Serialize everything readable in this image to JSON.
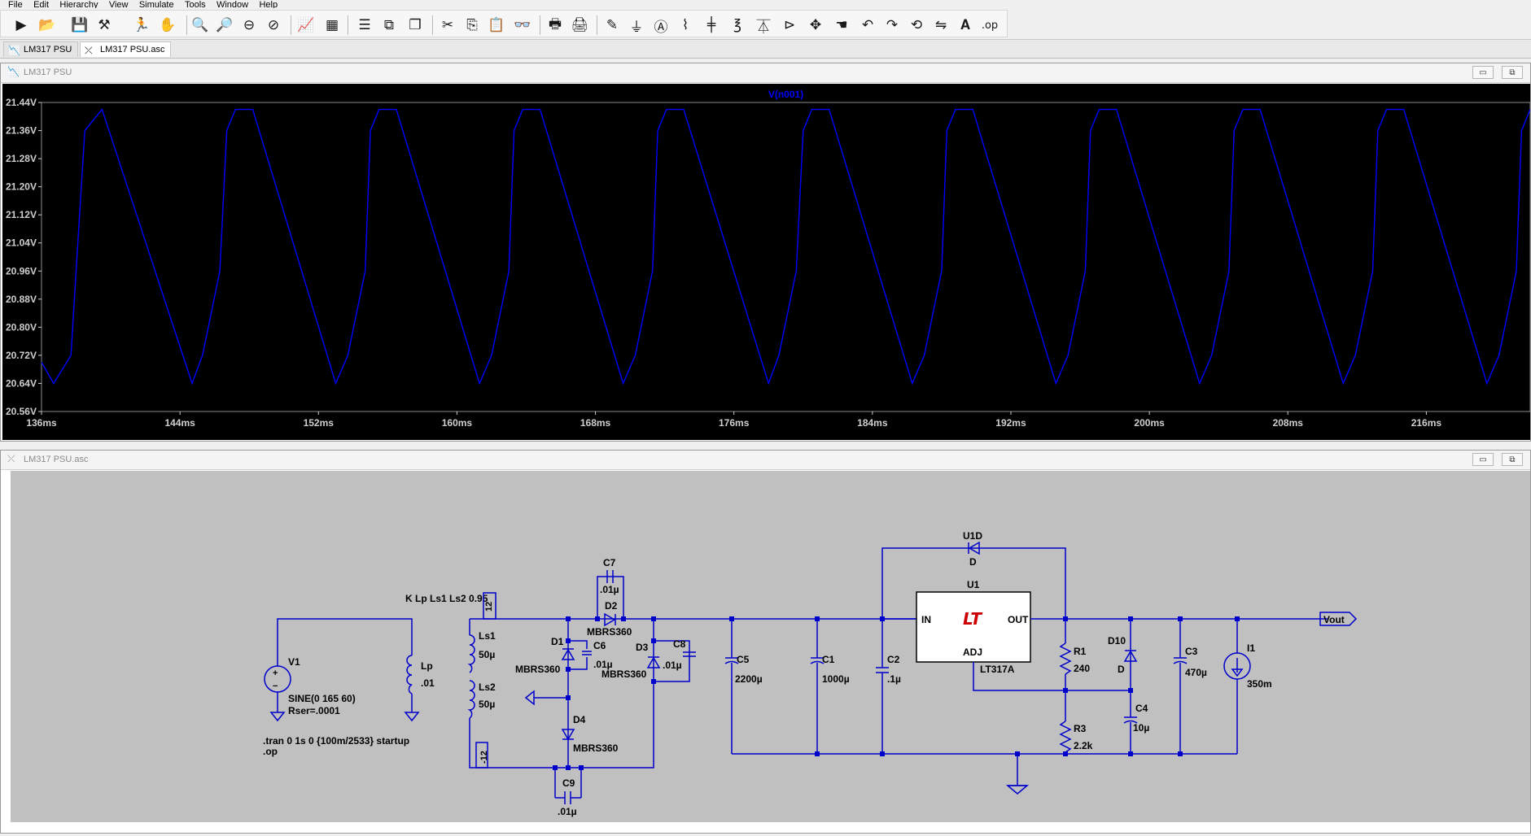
{
  "menu": [
    "File",
    "Edit",
    "Hierarchy",
    "View",
    "Simulate",
    "Tools",
    "Window",
    "Help"
  ],
  "toolbar": {
    "groups": [
      [
        "run",
        "open",
        "save",
        "hammer",
        "runner",
        "halt"
      ],
      [
        "zoom-in",
        "zoom-fit",
        "zoom-out",
        "zoom-cancel"
      ],
      [
        "autorange",
        "grid"
      ],
      [
        "tile-horizontal",
        "tile-vertical",
        "cascade"
      ],
      [
        "cut",
        "copy",
        "paste",
        "find"
      ],
      [
        "print",
        "print-preview"
      ],
      [
        "draw-wire",
        "ground",
        "label-net",
        "resistor",
        "capacitor",
        "inductor",
        "diode",
        "component",
        "move",
        "drag",
        "undo",
        "redo",
        "rotate",
        "mirror",
        "text",
        "spice-directive"
      ]
    ]
  },
  "tabs": [
    {
      "label": "LM317 PSU",
      "icon": "waveform-icon",
      "active": false
    },
    {
      "label": "LM317 PSU.asc",
      "icon": "schematic-icon",
      "active": true
    }
  ],
  "waveform_window": {
    "title": "LM317 PSU",
    "trace_name": "V(n001)",
    "buttons": {
      "minimize": "▭",
      "restore": "⧉"
    }
  },
  "schematic_window": {
    "title": "LM317 PSU.asc",
    "buttons": {
      "minimize": "▭",
      "restore": "⧉"
    },
    "labels": {
      "k": "K Lp Ls1 Ls2 0.95",
      "v1": "V1",
      "v1_val": "SINE(0 165 60)",
      "v1_rser": "Rser=.0001",
      "lp": "Lp",
      "lp_val": ".01",
      "ls1": "Ls1",
      "ls1_val": "50µ",
      "ls2": "Ls2",
      "ls2_val": "50µ",
      "p12": "12",
      "m12": "-12",
      "tran": ".tran 0 1s 0 {100m/2533} startup",
      "op": ".op",
      "c7": "C7",
      "c7_val": ".01µ",
      "d2": "D2",
      "d2_val": "MBRS360",
      "d1": "D1",
      "d1_val": "MBRS360",
      "c6": "C6",
      "c6_val": ".01µ",
      "d3": "D3",
      "d3_val": "MBRS360",
      "c8": "C8",
      "c8_val": ".01µ",
      "d4": "D4",
      "d4_val": "MBRS360",
      "c9": "C9",
      "c9_val": ".01µ",
      "c5": "C5",
      "c5_val": "2200µ",
      "c1": "C1",
      "c1_val": "1000µ",
      "c2": "C2",
      "c2_val": ".1µ",
      "u1d": "U1D",
      "u1d_val": "D",
      "u1": "U1",
      "u1_val": "LT317A",
      "pin_in": "IN",
      "pin_out": "OUT",
      "pin_adj": "ADJ",
      "r1": "R1",
      "r1_val": "240",
      "r3": "R3",
      "r3_val": "2.2k",
      "d10": "D10",
      "d10_val": "D",
      "c4": "C4",
      "c4_val": "10µ",
      "c3": "C3",
      "c3_val": "470µ",
      "i1": "I1",
      "i1_val": "350m",
      "vout": "Vout"
    }
  },
  "colors": {
    "trace": "#0000ff",
    "plot_bg": "#000000",
    "schematic_bg": "#c0c0c0",
    "wire": "#0000cc",
    "axis_text": "#cfcfcf"
  },
  "chart_data": {
    "type": "line",
    "title": "V(n001)",
    "xlabel": "",
    "ylabel": "",
    "xlim": [
      136,
      222
    ],
    "ylim": [
      20.56,
      21.44
    ],
    "x_ticks": [
      "136ms",
      "144ms",
      "152ms",
      "160ms",
      "168ms",
      "176ms",
      "184ms",
      "192ms",
      "200ms",
      "208ms",
      "216ms"
    ],
    "y_ticks": [
      "21.44V",
      "21.36V",
      "21.28V",
      "21.20V",
      "21.12V",
      "21.04V",
      "20.96V",
      "20.88V",
      "20.80V",
      "20.72V",
      "20.64V",
      "20.56V"
    ],
    "grid": true,
    "series": [
      {
        "name": "V(n001)",
        "x": [
          136,
          136.7,
          137.7,
          138,
          138.5,
          139.5,
          144.7,
          145.3,
          146.3,
          146.7,
          147.2,
          148.2,
          153.0,
          153.7,
          154.7,
          155.0,
          155.5,
          156.5,
          161.3,
          162.0,
          163.0,
          163.3,
          163.8,
          164.8,
          169.6,
          170.3,
          171.3,
          171.6,
          172.1,
          173.1,
          178.0,
          178.6,
          179.6,
          180.0,
          180.5,
          181.5,
          186.3,
          187.0,
          188.0,
          188.3,
          188.8,
          189.8,
          194.6,
          195.3,
          196.3,
          196.6,
          197.1,
          198.1,
          202.9,
          203.6,
          204.6,
          204.9,
          205.4,
          206.4,
          211.2,
          211.9,
          212.9,
          213.2,
          213.7,
          214.7,
          219.5,
          220.2,
          221.2,
          221.5,
          222
        ],
        "values": [
          20.7,
          20.64,
          20.72,
          20.96,
          21.36,
          21.42,
          20.64,
          20.72,
          20.96,
          21.36,
          21.42,
          21.42,
          20.64,
          20.72,
          20.96,
          21.36,
          21.42,
          21.42,
          20.64,
          20.72,
          20.96,
          21.36,
          21.42,
          21.42,
          20.64,
          20.72,
          20.96,
          21.36,
          21.42,
          21.42,
          20.64,
          20.72,
          20.96,
          21.36,
          21.42,
          21.42,
          20.64,
          20.72,
          20.96,
          21.36,
          21.42,
          21.42,
          20.64,
          20.72,
          20.96,
          21.36,
          21.42,
          21.42,
          20.64,
          20.72,
          20.96,
          21.36,
          21.42,
          21.42,
          20.64,
          20.72,
          20.96,
          21.36,
          21.42,
          21.42,
          20.64,
          20.72,
          20.96,
          21.36,
          21.42
        ]
      }
    ]
  }
}
